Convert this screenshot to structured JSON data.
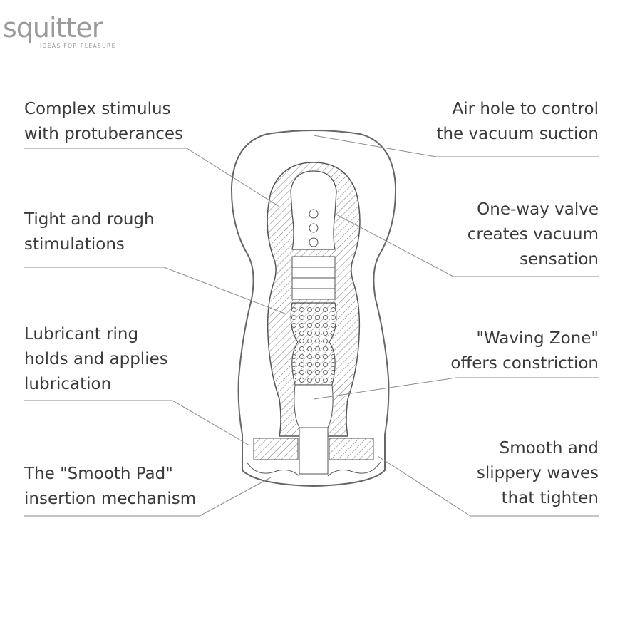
{
  "brand": {
    "name": "squitter",
    "tagline": "IDEAS FOR PLEASURE"
  },
  "colors": {
    "text": "#3a3a3a",
    "line": "#8a8a8a",
    "logo": "#9a9a9a",
    "background": "#ffffff"
  },
  "labels": {
    "stimulus": [
      "Complex stimulus",
      "with protuberances"
    ],
    "tight": [
      "Tight and rough",
      "stimulations"
    ],
    "lubricant": [
      "Lubricant ring",
      "holds and applies",
      "lubrication"
    ],
    "smooth_pad": [
      "The \"Smooth Pad\"",
      "insertion mechanism"
    ],
    "air_hole": [
      "Air hole to control",
      "the vacuum suction"
    ],
    "valve": [
      "One-way valve",
      "creates vacuum",
      "sensation"
    ],
    "waving": [
      "\"Waving Zone\"",
      "offers constriction"
    ],
    "waves": [
      "Smooth and",
      "slippery waves",
      "that tighten"
    ]
  }
}
